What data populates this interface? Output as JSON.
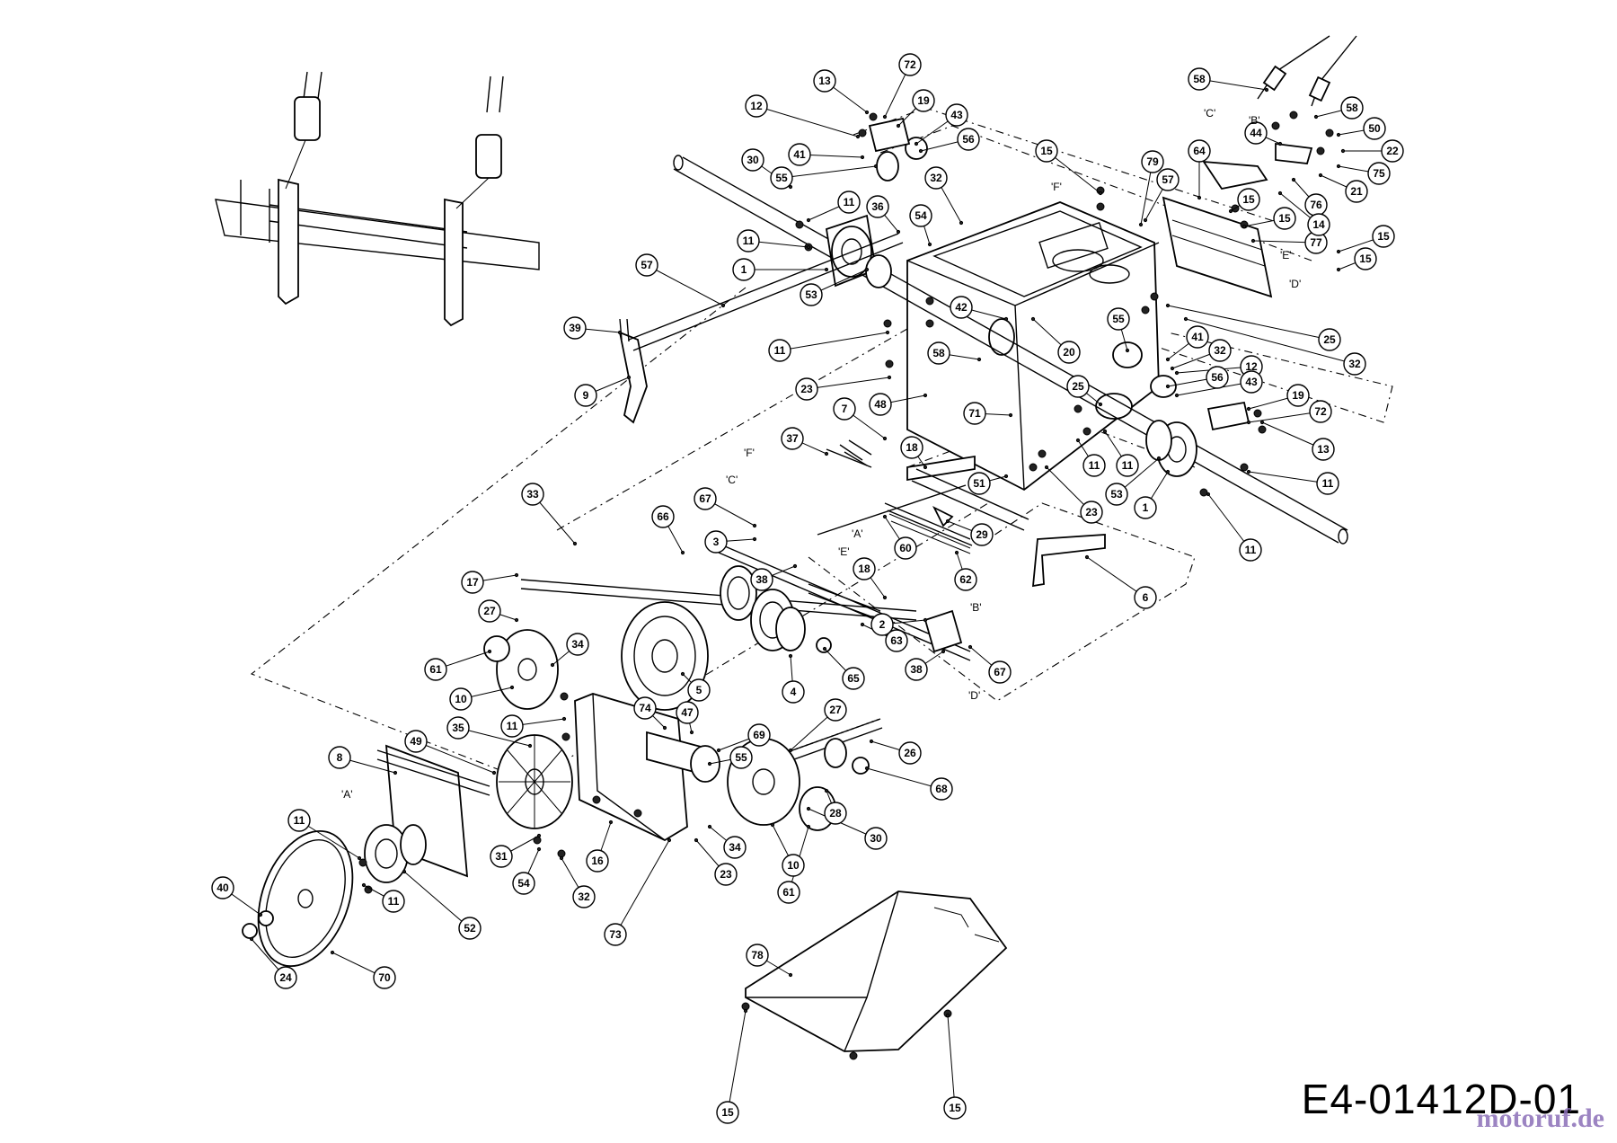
{
  "drawing_code": "E4-01412D-01",
  "watermark": "motoruf.de",
  "callouts": [
    {
      "id": "c13a",
      "label": "13"
    },
    {
      "id": "c72a",
      "label": "72"
    },
    {
      "id": "c19a",
      "label": "19"
    },
    {
      "id": "c43a",
      "label": "43"
    },
    {
      "id": "c56a",
      "label": "56"
    },
    {
      "id": "c12a",
      "label": "12"
    },
    {
      "id": "c41a",
      "label": "41"
    },
    {
      "id": "c30a",
      "label": "30"
    },
    {
      "id": "c55a",
      "label": "55"
    },
    {
      "id": "c32a",
      "label": "32"
    },
    {
      "id": "c11a",
      "label": "11"
    },
    {
      "id": "c36",
      "label": "36"
    },
    {
      "id": "c54a",
      "label": "54"
    },
    {
      "id": "c11b",
      "label": "11"
    },
    {
      "id": "c1a",
      "label": "1"
    },
    {
      "id": "c53a",
      "label": "53"
    },
    {
      "id": "c57a",
      "label": "57"
    },
    {
      "id": "c39",
      "label": "39"
    },
    {
      "id": "c9",
      "label": "9"
    },
    {
      "id": "c11c",
      "label": "11"
    },
    {
      "id": "c58a",
      "label": "58"
    },
    {
      "id": "c23a",
      "label": "23"
    },
    {
      "id": "c42",
      "label": "42"
    },
    {
      "id": "c20",
      "label": "20"
    },
    {
      "id": "c15a",
      "label": "15"
    },
    {
      "id": "c79",
      "label": "79"
    },
    {
      "id": "c57b",
      "label": "57"
    },
    {
      "id": "c64",
      "label": "64"
    },
    {
      "id": "c15b",
      "label": "15"
    },
    {
      "id": "c15c",
      "label": "15"
    },
    {
      "id": "c77",
      "label": "77"
    },
    {
      "id": "c15d",
      "label": "15"
    },
    {
      "id": "c15e",
      "label": "15"
    },
    {
      "id": "c58b",
      "label": "58"
    },
    {
      "id": "c58c",
      "label": "58"
    },
    {
      "id": "c44",
      "label": "44"
    },
    {
      "id": "c50",
      "label": "50"
    },
    {
      "id": "c22",
      "label": "22"
    },
    {
      "id": "c75",
      "label": "75"
    },
    {
      "id": "c21",
      "label": "21"
    },
    {
      "id": "c76",
      "label": "76"
    },
    {
      "id": "c14",
      "label": "14"
    },
    {
      "id": "c25a",
      "label": "25"
    },
    {
      "id": "c32b",
      "label": "32"
    },
    {
      "id": "c55b",
      "label": "55"
    },
    {
      "id": "c41b",
      "label": "41"
    },
    {
      "id": "c32c",
      "label": "32"
    },
    {
      "id": "c12b",
      "label": "12"
    },
    {
      "id": "c56b",
      "label": "56"
    },
    {
      "id": "c43b",
      "label": "43"
    },
    {
      "id": "c19b",
      "label": "19"
    },
    {
      "id": "c72b",
      "label": "72"
    },
    {
      "id": "c13b",
      "label": "13"
    },
    {
      "id": "c11d",
      "label": "11"
    },
    {
      "id": "c25b",
      "label": "25"
    },
    {
      "id": "c71",
      "label": "71"
    },
    {
      "id": "c11e",
      "label": "11"
    },
    {
      "id": "c11f",
      "label": "11"
    },
    {
      "id": "c53b",
      "label": "53"
    },
    {
      "id": "c1b",
      "label": "1"
    },
    {
      "id": "c11g",
      "label": "11"
    },
    {
      "id": "c48",
      "label": "48"
    },
    {
      "id": "c7",
      "label": "7"
    },
    {
      "id": "c18a",
      "label": "18"
    },
    {
      "id": "c37",
      "label": "37"
    },
    {
      "id": "c51",
      "label": "51"
    },
    {
      "id": "c23b",
      "label": "23"
    },
    {
      "id": "c33",
      "label": "33"
    },
    {
      "id": "c67a",
      "label": "67"
    },
    {
      "id": "c66",
      "label": "66"
    },
    {
      "id": "c3",
      "label": "3"
    },
    {
      "id": "c60",
      "label": "60"
    },
    {
      "id": "c29",
      "label": "29"
    },
    {
      "id": "c62",
      "label": "62"
    },
    {
      "id": "c6",
      "label": "6"
    },
    {
      "id": "c38a",
      "label": "38"
    },
    {
      "id": "c17",
      "label": "17"
    },
    {
      "id": "c18b",
      "label": "18"
    },
    {
      "id": "c27a",
      "label": "27"
    },
    {
      "id": "c2",
      "label": "2"
    },
    {
      "id": "c63",
      "label": "63"
    },
    {
      "id": "c34a",
      "label": "34"
    },
    {
      "id": "c61a",
      "label": "61"
    },
    {
      "id": "c10a",
      "label": "10"
    },
    {
      "id": "c5",
      "label": "5"
    },
    {
      "id": "c4",
      "label": "4"
    },
    {
      "id": "c65",
      "label": "65"
    },
    {
      "id": "c38b",
      "label": "38"
    },
    {
      "id": "c67b",
      "label": "67"
    },
    {
      "id": "c11h",
      "label": "11"
    },
    {
      "id": "c74",
      "label": "74"
    },
    {
      "id": "c47",
      "label": "47"
    },
    {
      "id": "c27b",
      "label": "27"
    },
    {
      "id": "c35",
      "label": "35"
    },
    {
      "id": "c49",
      "label": "49"
    },
    {
      "id": "c69",
      "label": "69"
    },
    {
      "id": "c26",
      "label": "26"
    },
    {
      "id": "c55c",
      "label": "55"
    },
    {
      "id": "c8",
      "label": "8"
    },
    {
      "id": "c68",
      "label": "68"
    },
    {
      "id": "c28",
      "label": "28"
    },
    {
      "id": "c11i",
      "label": "11"
    },
    {
      "id": "c31",
      "label": "31"
    },
    {
      "id": "c16",
      "label": "16"
    },
    {
      "id": "c54b",
      "label": "54"
    },
    {
      "id": "c34b",
      "label": "34"
    },
    {
      "id": "c30b",
      "label": "30"
    },
    {
      "id": "c23c",
      "label": "23"
    },
    {
      "id": "c32d",
      "label": "32"
    },
    {
      "id": "c10b",
      "label": "10"
    },
    {
      "id": "c61b",
      "label": "61"
    },
    {
      "id": "c40",
      "label": "40"
    },
    {
      "id": "c52",
      "label": "52"
    },
    {
      "id": "c11j",
      "label": "11"
    },
    {
      "id": "c73",
      "label": "73"
    },
    {
      "id": "c24",
      "label": "24"
    },
    {
      "id": "c70",
      "label": "70"
    },
    {
      "id": "c78",
      "label": "78"
    },
    {
      "id": "c15f",
      "label": "15"
    },
    {
      "id": "c15g",
      "label": "15"
    }
  ],
  "references": [
    {
      "id": "rF1",
      "label": "'F'"
    },
    {
      "id": "rC1",
      "label": "'C'"
    },
    {
      "id": "rB1",
      "label": "'B'"
    },
    {
      "id": "rE1",
      "label": "'E'"
    },
    {
      "id": "rD1",
      "label": "'D'"
    },
    {
      "id": "rF2",
      "label": "'F'"
    },
    {
      "id": "rC2",
      "label": "'C'"
    },
    {
      "id": "rA1",
      "label": "'A'"
    },
    {
      "id": "rE2",
      "label": "'E'"
    },
    {
      "id": "rB2",
      "label": "'B'"
    },
    {
      "id": "rD2",
      "label": "'D'"
    },
    {
      "id": "rA2",
      "label": "'A'"
    }
  ]
}
